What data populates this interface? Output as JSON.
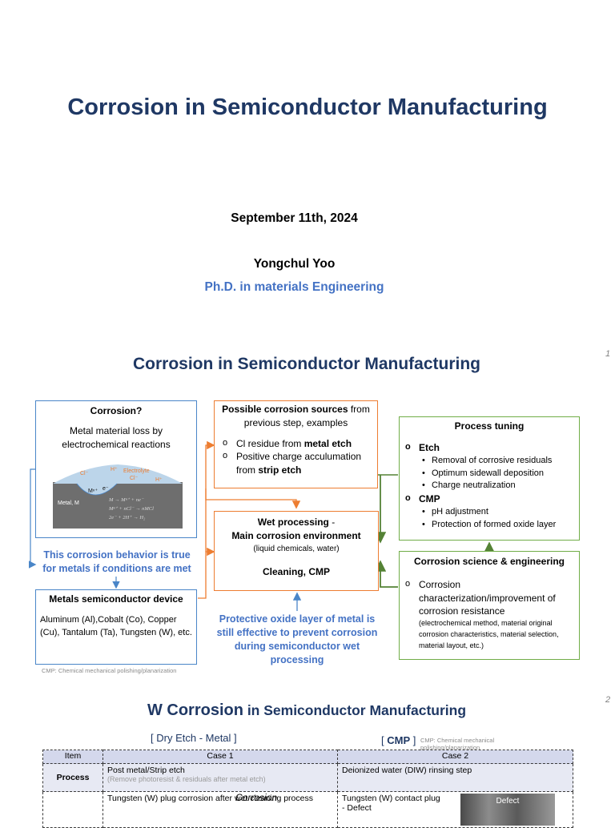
{
  "slide1": {
    "title": "Corrosion in Semiconductor Manufacturing",
    "date": "September 11th, 2024",
    "author": "Yongchul Yoo",
    "affiliation": "Ph.D. in materials Engineering",
    "page_number": "1"
  },
  "slide2": {
    "title": "Corrosion in Semiconductor Manufacturing",
    "page_number": "2",
    "corrosion_box": {
      "heading": "Corrosion?",
      "text": "Metal material loss by electrochemical reactions",
      "figure_labels": {
        "electrolyte": "Electrolyte",
        "cl1": "Cl⁻",
        "h1": "H⁺",
        "cl2": "Cl⁻",
        "h2": "H⁺",
        "ion": "Mⁿ⁺",
        "electron": "e⁻",
        "metal": "Metal, M",
        "eq1": "M → Mⁿ⁺ + ne⁻",
        "eq2": "Mⁿ⁺ + nCl⁻ → nMCl",
        "eq3": "2e⁻ + 2H⁺ → H₂"
      }
    },
    "note_true": "This corrosion behavior is true for metals if conditions are met",
    "metals_box": {
      "heading": "Metals semiconductor device",
      "text": "Aluminum (Al),Cobalt (Co), Copper (Cu), Tantalum (Ta), Tungsten (W), etc."
    },
    "cmp_footnote": "CMP: Chemical mechanical polishing/planarization",
    "sources_box": {
      "heading_bold": "Possible corrosion sources",
      "heading_rest": " from previous step, examples",
      "item1_pre": "Cl residue from ",
      "item1_bold": "metal etch",
      "item2_pre": "Positive charge acculumation from ",
      "item2_bold": "strip etch"
    },
    "wet_box": {
      "line1": "Wet processing",
      "line1_suffix": " -",
      "line2": "Main corrosion environment",
      "line3": "(liquid chemicals, water)",
      "line4": "Cleaning, CMP"
    },
    "note_oxide": "Protective oxide layer of metal is still effective to prevent corrosion during semiconductor wet processing",
    "tuning_box": {
      "heading": "Process tuning",
      "etch_label": "Etch",
      "etch_items": [
        "Removal of corrosive residuals",
        "Optimum sidewall deposition",
        "Charge neutralization"
      ],
      "cmp_label": "CMP",
      "cmp_items": [
        "pH adjustment",
        "Protection of formed oxide layer"
      ]
    },
    "science_box": {
      "heading": "Corrosion science & engineering",
      "item": "Corrosion characterization/improvement of corrosion resistance",
      "detail": "(electrochemical method, material original corrosion characteristics, material selection, material layout, etc.)"
    },
    "colors": {
      "title": "#1f3864",
      "blue": "#4472c4",
      "orange": "#ed7d31",
      "green": "#70ad47"
    }
  },
  "slide3": {
    "title_big": "W Corrosion",
    "title_small": " in Semiconductor Manufacturing",
    "page_number": "2",
    "header_dry": "Dry Etch - Metal",
    "header_cmp": "CMP",
    "cmp_footnote": "CMP: Chemical mechanical polishing/planarization",
    "table": {
      "headers": [
        "Item",
        "Case 1",
        "Case 2"
      ],
      "row_process": {
        "item": "Process",
        "case1": "Post metal/Strip etch",
        "case1_note": "(Remove photoresist & residuals after metal etch)",
        "case2": "Deionized water  (DIW) rinsing step"
      },
      "row_desc": {
        "case1": "Tungsten (W) plug corrosion after wet cleaning process",
        "case1_label": "Corrosion",
        "case2": "Tungsten (W) contact plug",
        "case2_sub": " - Defect",
        "case2_img_label": "Defect"
      }
    }
  }
}
